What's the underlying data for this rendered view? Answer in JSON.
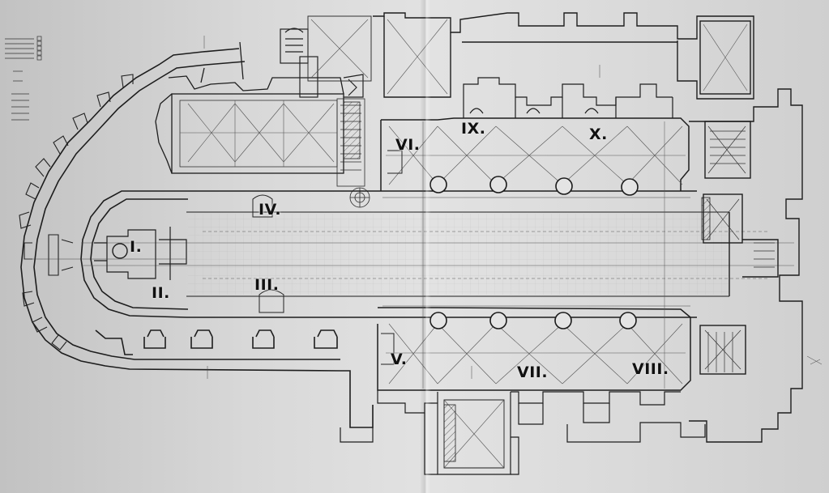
{
  "plan": {
    "labels": {
      "I": "I.",
      "II": "II.",
      "III": "III.",
      "IV": "IV.",
      "V": "V.",
      "VI": "VI.",
      "VII": "VII.",
      "VIII": "VIII.",
      "IX": "IX.",
      "X": "X."
    },
    "colors": {
      "paper": "#d8d8d8",
      "ink": "#1a1a1a",
      "label": "#111111"
    }
  }
}
